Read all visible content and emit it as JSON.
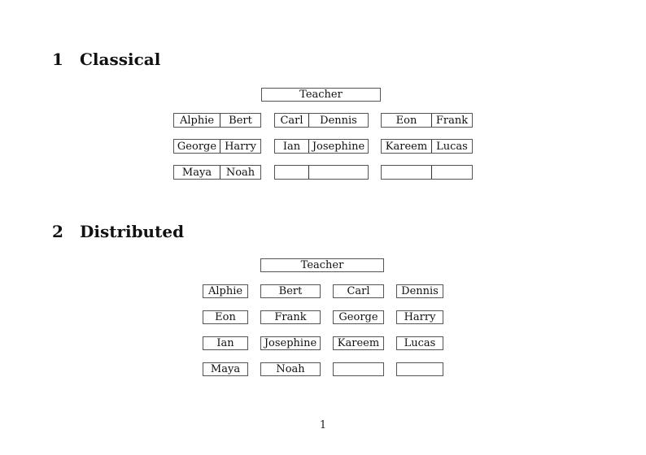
{
  "document": {
    "page_number": "1"
  },
  "colors": {
    "border": "#555555",
    "text": "#111111",
    "background": "#ffffff"
  },
  "sections": {
    "classical": {
      "number": "1",
      "title": "Classical",
      "teacher_label": "Teacher",
      "rows": [
        [
          [
            "Alphie",
            "Bert"
          ],
          [
            "Carl",
            "Dennis"
          ],
          [
            "Eon",
            "Frank"
          ]
        ],
        [
          [
            "George",
            "Harry"
          ],
          [
            "Ian",
            "Josephine"
          ],
          [
            "Kareem",
            "Lucas"
          ]
        ],
        [
          [
            "Maya",
            "Noah"
          ],
          [
            "",
            ""
          ],
          [
            "",
            ""
          ]
        ]
      ]
    },
    "distributed": {
      "number": "2",
      "title": "Distributed",
      "teacher_label": "Teacher",
      "rows": [
        [
          "Alphie",
          "Bert",
          "Carl",
          "Dennis"
        ],
        [
          "Eon",
          "Frank",
          "George",
          "Harry"
        ],
        [
          "Ian",
          "Josephine",
          "Kareem",
          "Lucas"
        ],
        [
          "Maya",
          "Noah",
          "",
          ""
        ]
      ]
    }
  }
}
